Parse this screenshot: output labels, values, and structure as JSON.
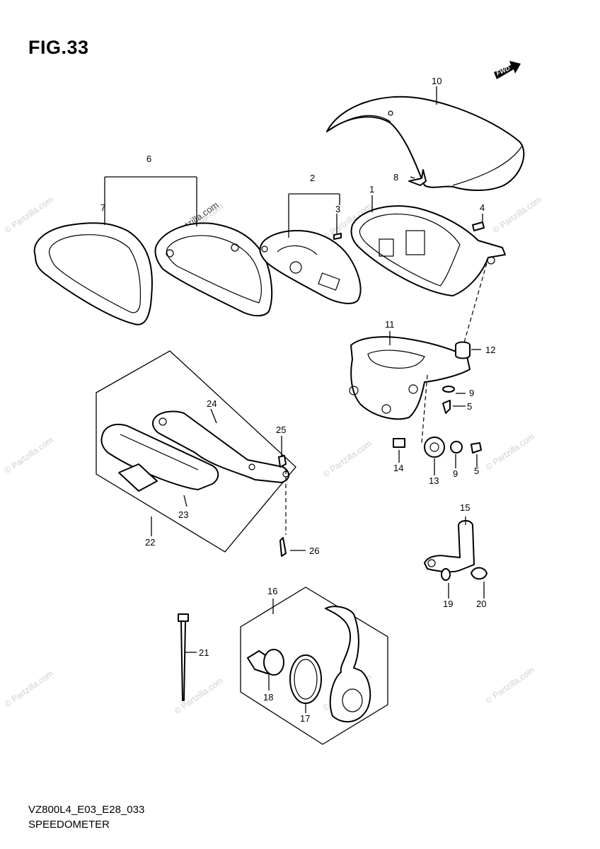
{
  "figure": {
    "title": "FIG.33",
    "code": "VZ800L4_E03_E28_033",
    "name": "SPEEDOMETER",
    "fwd_label": "FWD",
    "watermark": "© Partzilla.com",
    "center_watermark": "© Partzilla.com"
  },
  "callouts": {
    "p1": "1",
    "p2": "2",
    "p3": "3",
    "p4": "4",
    "p5a": "5",
    "p5b": "5",
    "p6": "6",
    "p7": "7",
    "p8": "8",
    "p9a": "9",
    "p9b": "9",
    "p10": "10",
    "p11": "11",
    "p12": "12",
    "p13": "13",
    "p14": "14",
    "p15": "15",
    "p16": "16",
    "p17": "17",
    "p18": "18",
    "p19": "19",
    "p20": "20",
    "p21": "21",
    "p22": "22",
    "p23": "23",
    "p24": "24",
    "p25": "25",
    "p26": "26"
  }
}
